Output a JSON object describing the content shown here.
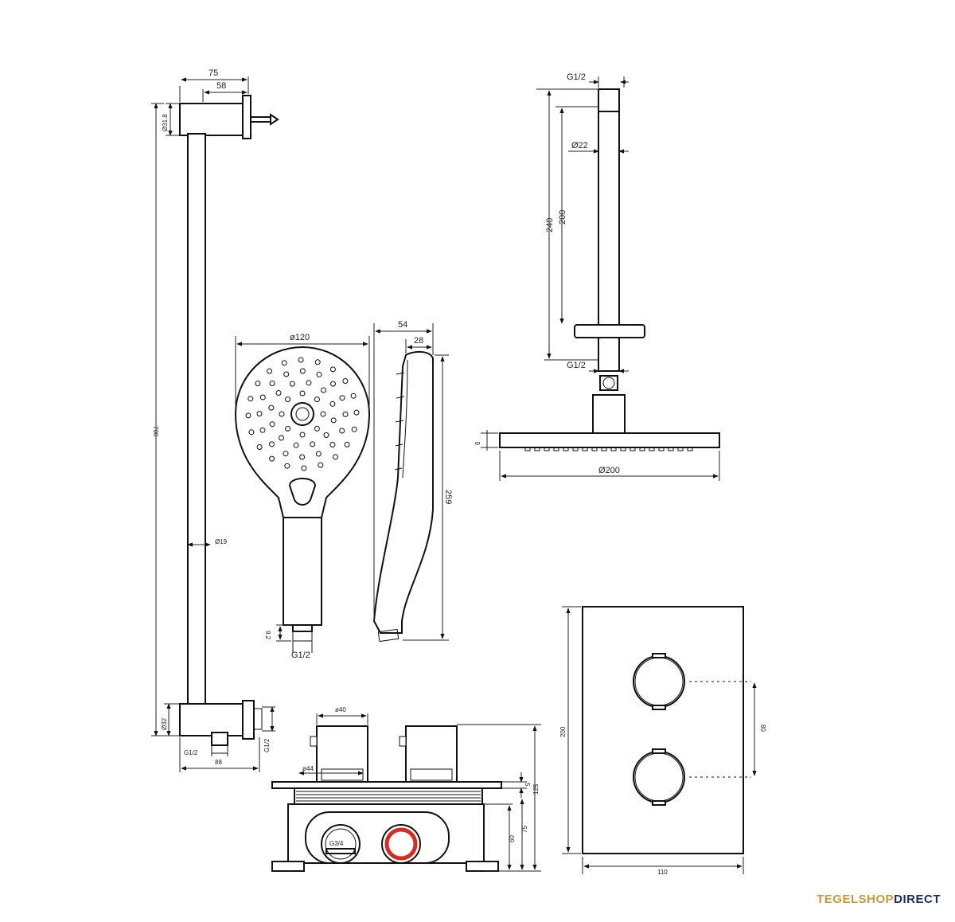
{
  "slide_bar": {
    "dim_width_total": "75",
    "dim_width_bracket": "58",
    "dim_bracket_dia": "Ø31.8",
    "dim_length": "700",
    "dim_bar_dia": "Ø19",
    "dim_outlet_dia": "Ø32",
    "dim_outlet_thread_left": "G1/2",
    "dim_outlet_thread_right": "G1/2",
    "dim_outlet_width": "88"
  },
  "hand_shower": {
    "dim_head_dia": "ø120",
    "dim_depth_total": "54",
    "dim_depth_handle": "28",
    "dim_length": "259",
    "dim_thread_len": "9.2",
    "dim_thread": "G1/2"
  },
  "shower_arm": {
    "dim_thread_top": "G1/2",
    "dim_arm_dia": "Ø22",
    "dim_length_total": "240",
    "dim_length_arm": "200",
    "dim_thread_bottom": "G1/2",
    "dim_head_height": "6",
    "dim_head_dia": "Ø200"
  },
  "thermostat_box": {
    "dim_knob_dia": "ø40",
    "dim_knob_base": "ø44",
    "dim_inlet": "G3/4",
    "dim_plate_offset": "5",
    "dim_height_total": "125",
    "dim_height_body": "75",
    "dim_height_inlet": "60"
  },
  "cover_plate": {
    "dim_height": "200",
    "dim_width": "110",
    "dim_knob_spacing": "80"
  },
  "brand": {
    "part1": "TEGELSHOP",
    "part2": "DIRECT",
    "gold": "#c89b3c",
    "navy": "#1c2a5c"
  },
  "colors": {
    "hot_ring": "#d62b20",
    "line": "#111111"
  }
}
